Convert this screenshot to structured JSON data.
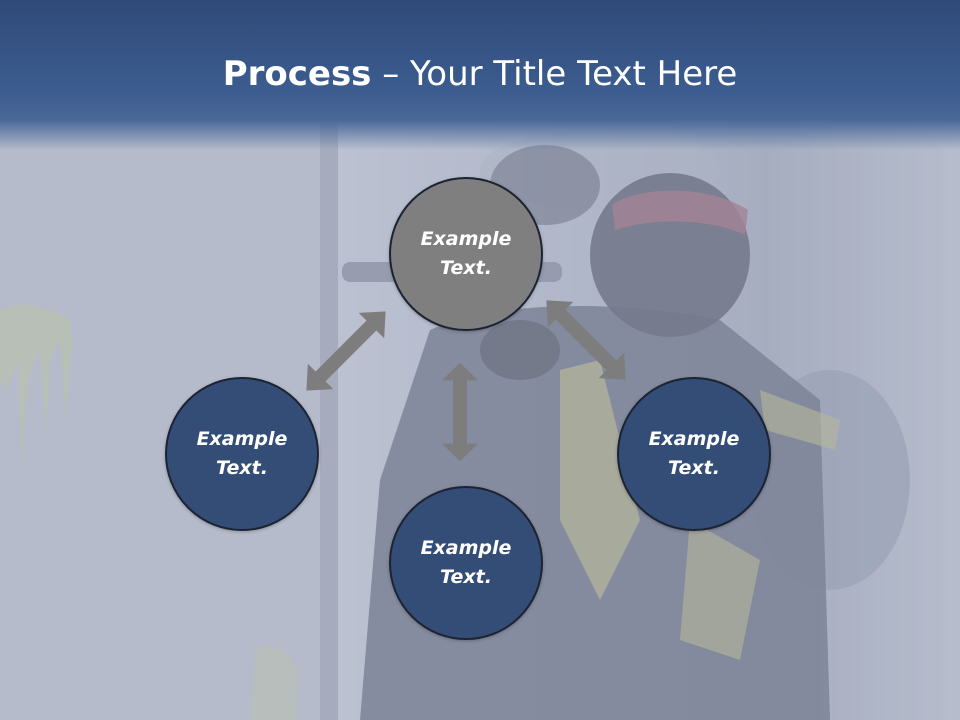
{
  "slide": {
    "title_bold": "Process",
    "title_rest": " – Your Title Text Here",
    "nodes": {
      "top": {
        "line1": "Example",
        "line2": "Text."
      },
      "left": {
        "line1": "Example",
        "line2": "Text."
      },
      "right": {
        "line1": "Example",
        "line2": "Text."
      },
      "bottom": {
        "line1": "Example",
        "line2": "Text."
      }
    }
  },
  "colors": {
    "title_band": "#3c5c8f",
    "node_top": "#7f7f7f",
    "node_other": "#334d77",
    "arrow": "#7d7d7d",
    "title_text": "#ffffff"
  },
  "background_image": "paintball-player-photo"
}
